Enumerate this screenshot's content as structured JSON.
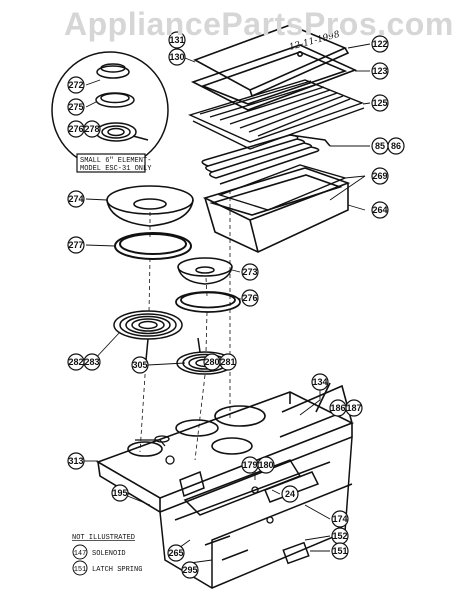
{
  "watermark": "AppliancePartsPros.com",
  "handwritten_note": "12-11-1998",
  "inset_note_line1": "SMALL 6\" ELEMENT-",
  "inset_note_line2": "MODEL ESC-31 ONLY",
  "not_illustrated": {
    "heading": "NOT ILLUSTRATED",
    "items": [
      "SOLENOID",
      "LATCH SPRING"
    ],
    "numbers": [
      "147",
      "151"
    ]
  },
  "callouts": [
    "122",
    "123",
    "125",
    "130",
    "131",
    "85",
    "86",
    "269",
    "264",
    "272",
    "275",
    "276",
    "278",
    "274",
    "277",
    "273",
    "276",
    "282",
    "283",
    "305",
    "280",
    "281",
    "134",
    "186",
    "187",
    "313",
    "179",
    "180",
    "24",
    "195",
    "174",
    "152",
    "151",
    "265",
    "295"
  ],
  "colors": {
    "ink": "#111111",
    "watermark": "#d6d6d6",
    "background": "#ffffff"
  }
}
